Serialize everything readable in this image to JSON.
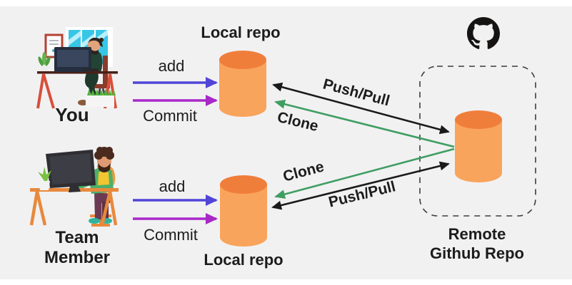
{
  "canvas": {
    "background": "#f1f1f2",
    "outer_background": "#ffffff"
  },
  "actors": {
    "you": {
      "label": "You"
    },
    "team_member": {
      "label_line1": "Team",
      "label_line2": "Member"
    }
  },
  "repos": {
    "local_top": {
      "label": "Local repo"
    },
    "local_bottom": {
      "label": "Local repo"
    },
    "remote": {
      "label_line1": "Remote",
      "label_line2": "Github Repo"
    },
    "cylinder_body_color": "#f9a45c",
    "cylinder_top_color": "#f07e3b"
  },
  "arrows": {
    "add_top": {
      "label": "add",
      "color": "#5145d8"
    },
    "commit_top": {
      "label": "Commit",
      "color": "#a928c8"
    },
    "add_bottom": {
      "label": "add",
      "color": "#5145d8"
    },
    "commit_bottom": {
      "label": "Commit",
      "color": "#a928c8"
    },
    "push_pull_top": {
      "label": "Push/Pull",
      "color": "#1a1a1a"
    },
    "push_pull_bottom": {
      "label": "Push/Pull",
      "color": "#1a1a1a"
    },
    "clone_top": {
      "label": "Clone",
      "color": "#3f9e62"
    },
    "clone_bottom": {
      "label": "Clone",
      "color": "#3f9e62"
    }
  },
  "icons": {
    "github": "github-octocat-logo"
  }
}
